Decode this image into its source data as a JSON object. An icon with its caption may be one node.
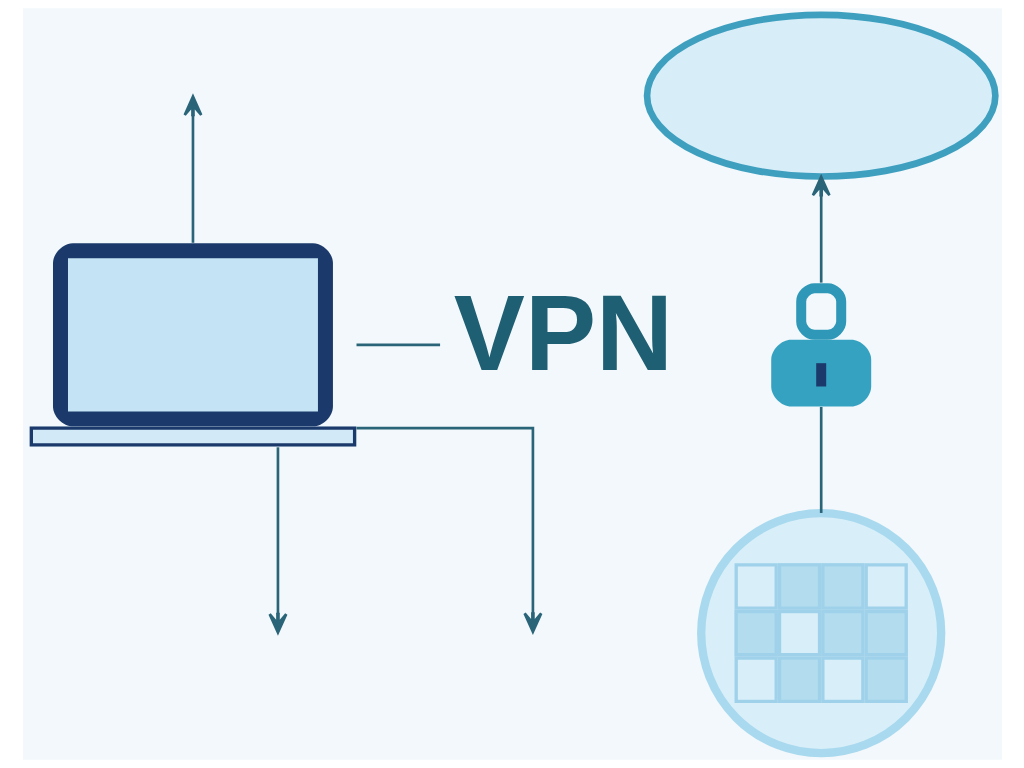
{
  "diagram": {
    "nodes": [
      {
        "text": [],
        "shape": "picture"
      },
      {
        "text": [
          "VPN"
        ]
      },
      {
        "text": [],
        "shape": "cloud"
      },
      {
        "text": [],
        "shape": "picture"
      },
      {
        "text": [],
        "shape": "picture"
      }
    ],
    "edges": [
      {
        "from": 0,
        "to": null,
        "arrow": "to"
      },
      {
        "from": 0,
        "to": 1,
        "arrow": "none"
      },
      {
        "from": 0,
        "to": null,
        "arrow": "to"
      },
      {
        "from": 0,
        "to": null,
        "arrow": "to"
      },
      {
        "from": 3,
        "to": 2,
        "arrow": "to"
      },
      {
        "from": 4,
        "to": 3,
        "arrow": "none"
      }
    ]
  }
}
